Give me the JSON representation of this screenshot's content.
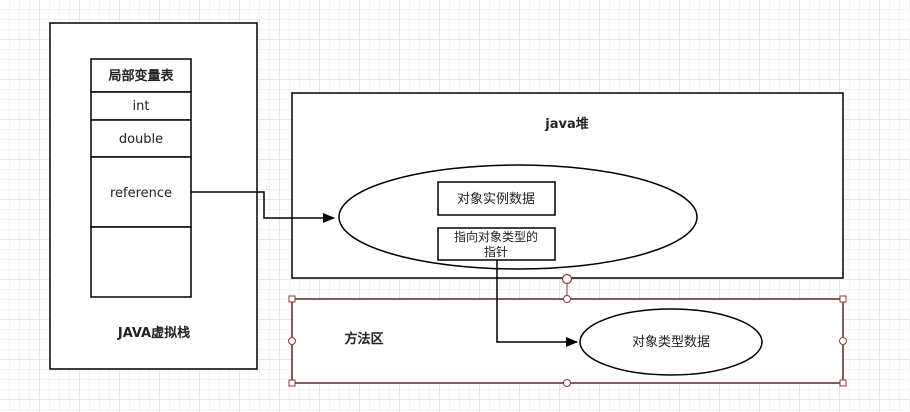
{
  "stack": {
    "title": "JAVA虚拟栈",
    "table_header": "局部变量表",
    "rows": [
      "int",
      "double",
      "reference",
      ""
    ]
  },
  "heap": {
    "title": "java堆",
    "object_instance_data": "对象实例数据",
    "type_pointer_line1": "指向对象类型的",
    "type_pointer_line2": "指针"
  },
  "method_area": {
    "title": "方法区",
    "type_data": "对象类型数据"
  },
  "colors": {
    "stroke": "#000000",
    "selection": "#8b3a3a",
    "selection_handle_fill": "#ffffff",
    "grid": "#e6e6e6"
  }
}
